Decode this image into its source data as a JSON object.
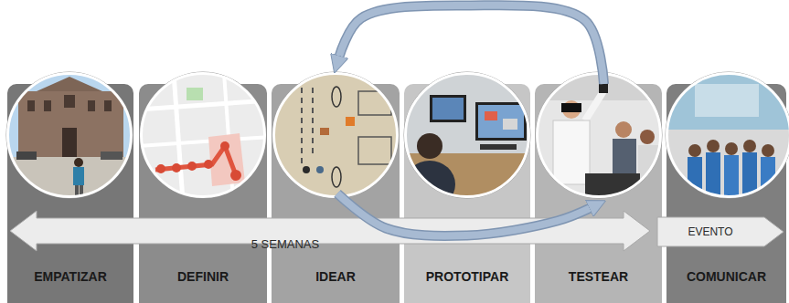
{
  "diagram": {
    "nodes": [
      {
        "text": [
          "EMPATIZAR"
        ]
      },
      {
        "text": [
          "DEFINIR"
        ]
      },
      {
        "text": [
          "IDEAR"
        ]
      },
      {
        "text": [
          "PROTOTIPAR"
        ]
      },
      {
        "text": [
          "TESTEAR"
        ]
      },
      {
        "text": [
          "COMUNICAR"
        ]
      },
      {
        "text": [
          "5 SEMANAS"
        ]
      },
      {
        "text": [
          "EVENTO"
        ]
      }
    ],
    "edges": [
      {
        "from": 4,
        "to": 2,
        "arrow": "to"
      },
      {
        "from": 2,
        "to": 4,
        "arrow": "to"
      }
    ]
  }
}
